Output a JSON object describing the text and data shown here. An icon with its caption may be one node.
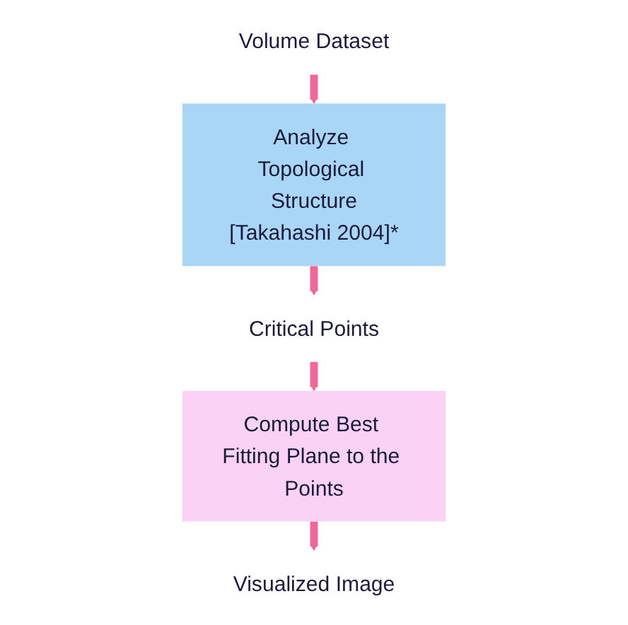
{
  "diagram": {
    "nodes": [
      {
        "text": [
          "Volume Dataset"
        ]
      },
      {
        "text": [
          "Analyze Topological Structure",
          "[Takahashi 2004]*"
        ]
      },
      {
        "text": [
          "Critical Points"
        ]
      },
      {
        "text": [
          "Compute Best Fitting Plane to the Points"
        ]
      },
      {
        "text": [
          "Visualized Image"
        ]
      }
    ],
    "edges": [
      {
        "from": 0,
        "to": 1,
        "arrow": "to"
      },
      {
        "from": 1,
        "to": 2,
        "arrow": "to"
      },
      {
        "from": 2,
        "to": 3,
        "arrow": "to"
      },
      {
        "from": 3,
        "to": 4,
        "arrow": "to"
      }
    ]
  }
}
